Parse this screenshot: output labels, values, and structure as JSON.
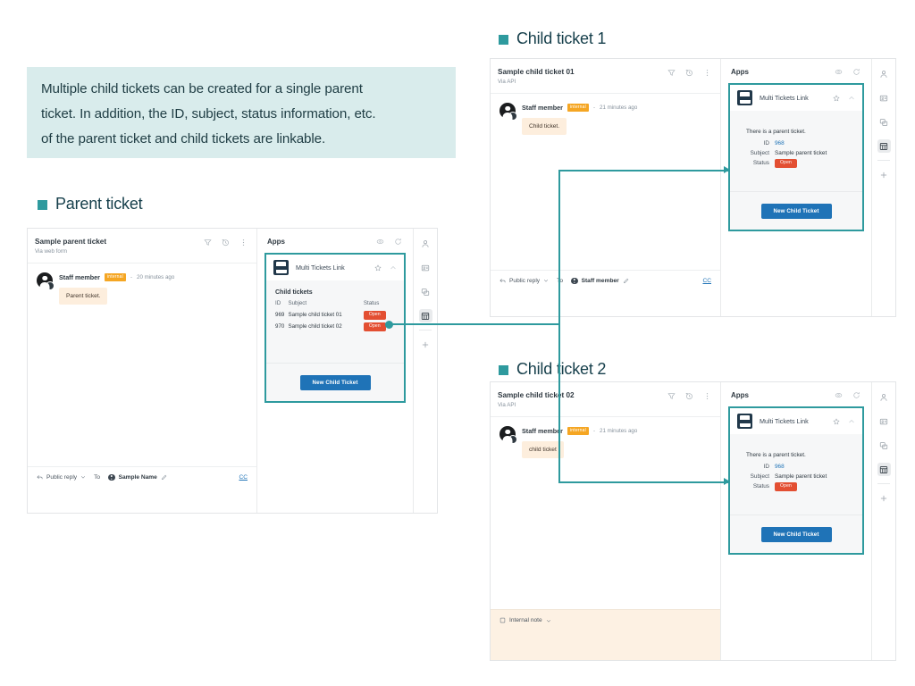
{
  "callout": {
    "lines": [
      "Multiple child tickets can be created for a single parent",
      "ticket. In addition, the ID, subject, status information, etc.",
      "of the parent ticket and child tickets are linkable."
    ],
    "background": "#d9ecec",
    "text_color": "#1f3d44"
  },
  "sections": {
    "parent": "Parent ticket",
    "child1": "Child ticket 1",
    "child2": "Child ticket 2",
    "bullet_color": "#2e9a9e"
  },
  "common": {
    "apps_title": "Apps",
    "app_name": "Multi Tickets Link",
    "new_child_button": "New Child Ticket",
    "internal_badge": "internal",
    "to_label": "To",
    "cc_label": "CC",
    "public_reply_label": "Public reply",
    "internal_note_label": "Internal note",
    "status_open": "Open",
    "accent_color": "#2e9a9e",
    "link_color": "#1f73b7",
    "open_pill_color": "#e34f32",
    "internal_badge_color": "#f5a623",
    "button_color": "#1f73b7",
    "rail_icons": [
      "user-icon",
      "id-card-icon",
      "layers-icon",
      "grid-apps-icon",
      "plus-icon"
    ],
    "header_icons": [
      "filter-icon",
      "history-icon",
      "more-vertical-icon"
    ],
    "apps_header_icons": [
      "eye-icon",
      "refresh-icon"
    ],
    "app_head_icons": [
      "pin-icon",
      "chevron-up-icon"
    ]
  },
  "parent_ticket": {
    "title": "Sample parent ticket",
    "via": "Via web form",
    "author": "Staff member",
    "time": "20 minutes ago",
    "message": "Parent ticket.",
    "app_panel": {
      "heading": "Child tickets",
      "columns": [
        "ID",
        "Subject",
        "Status"
      ],
      "rows": [
        {
          "id": "969",
          "subject": "Sample child ticket 01",
          "status": "Open"
        },
        {
          "id": "970",
          "subject": "Sample child ticket 02",
          "status": "Open"
        }
      ]
    },
    "footer": {
      "reply_kind": "Public reply",
      "to": "To",
      "recipient": "Sample Name",
      "cc": "CC"
    }
  },
  "child_ticket_1": {
    "title": "Sample child ticket 01",
    "via": "Via API",
    "author": "Staff member",
    "time": "21 minutes ago",
    "message": "Child ticket.",
    "app_panel": {
      "intro": "There is a parent ticket.",
      "id_label": "ID",
      "id_value": "968",
      "subject_label": "Subject",
      "subject_value": "Sample parent ticket",
      "status_label": "Status",
      "status_value": "Open"
    },
    "footer": {
      "reply_kind": "Public reply",
      "to": "To",
      "recipient": "Staff member",
      "cc": "CC"
    }
  },
  "child_ticket_2": {
    "title": "Sample child ticket 02",
    "via": "Via API",
    "author": "Staff member",
    "time": "21 minutes ago",
    "message": "child ticket",
    "app_panel": {
      "intro": "There is a parent ticket.",
      "id_label": "ID",
      "id_value": "968",
      "subject_label": "Subject",
      "subject_value": "Sample parent ticket",
      "status_label": "Status",
      "status_value": "Open"
    },
    "footer": {
      "note_kind": "Internal note"
    }
  }
}
